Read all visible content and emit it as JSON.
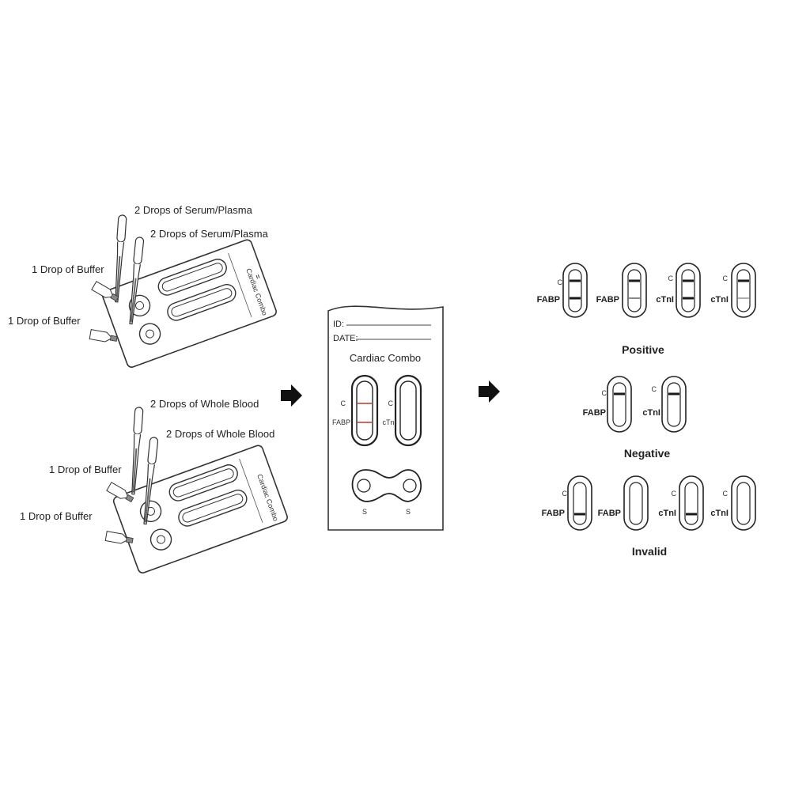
{
  "step1": {
    "top": {
      "drop_a": "2 Drops of Serum/Plasma",
      "drop_b": "2 Drops of Serum/Plasma",
      "buffer_a": "1 Drop of Buffer",
      "buffer_b": "1 Drop of Buffer"
    },
    "bottom": {
      "drop_a": "2 Drops of Whole Blood",
      "drop_b": "2 Drops of Whole Blood",
      "buffer_a": "1 Drop of Buffer",
      "buffer_b": "1 Drop of Buffer"
    },
    "device_label": "Cardiac Combo"
  },
  "device": {
    "id_label": "ID:",
    "date_label": "DATE:",
    "title": "Cardiac Combo",
    "left_c": "C",
    "left_t": "FABP",
    "right_c": "C",
    "right_t": "cTnI",
    "s_left": "S",
    "s_right": "S"
  },
  "results": {
    "positive": {
      "heading": "Positive",
      "strips": [
        {
          "c": "C",
          "t": "FABP"
        },
        {
          "c": "",
          "t": "FABP"
        },
        {
          "c": "C",
          "t": "cTnI"
        },
        {
          "c": "C",
          "t": "cTnI"
        }
      ]
    },
    "negative": {
      "heading": "Negative",
      "strips": [
        {
          "c": "C",
          "t": "FABP"
        },
        {
          "c": "C",
          "t": "cTnI"
        }
      ]
    },
    "invalid": {
      "heading": "Invalid",
      "strips": [
        {
          "c": "C",
          "t": "FABP"
        },
        {
          "c": "",
          "t": "FABP"
        },
        {
          "c": "C",
          "t": "cTnI"
        },
        {
          "c": "C",
          "t": "cTnI"
        }
      ]
    }
  },
  "colors": {
    "line": "#222222",
    "red_band": "#c0392b",
    "band": "#1a1a1a"
  }
}
